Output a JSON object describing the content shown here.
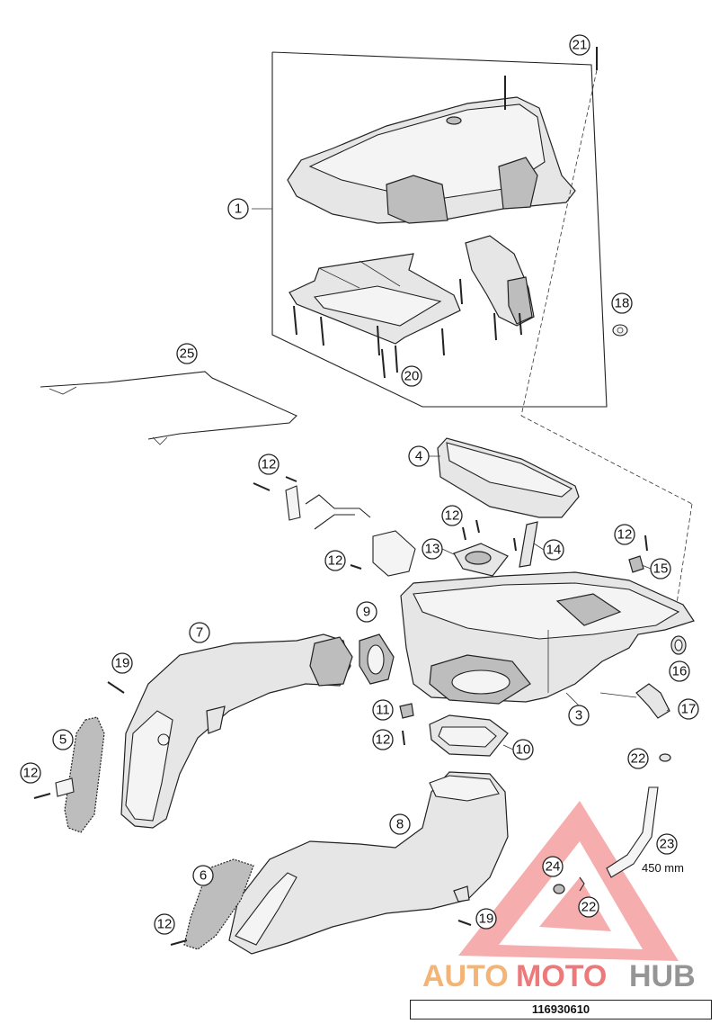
{
  "callouts": {
    "c1": "1",
    "c3": "3",
    "c4": "4",
    "c5": "5",
    "c6": "6",
    "c7": "7",
    "c8": "8",
    "c9": "9",
    "c10": "10",
    "c11": "11",
    "c12": "12",
    "c13": "13",
    "c14": "14",
    "c15": "15",
    "c16": "16",
    "c17": "17",
    "c18": "18",
    "c19": "19",
    "c20": "20",
    "c21": "21",
    "c22": "22",
    "c23": "23",
    "c24": "24",
    "c25": "25"
  },
  "dimension_label": "450 mm",
  "watermark": {
    "part1": "AUTO",
    "part2": "MOTO",
    "part3": "HUB"
  },
  "reference_number": "116930610",
  "colors": {
    "watermark_red": "#e85a5a",
    "watermark_orange": "#f2a255",
    "watermark_grey": "#8a8a8a",
    "line": "#222222"
  }
}
